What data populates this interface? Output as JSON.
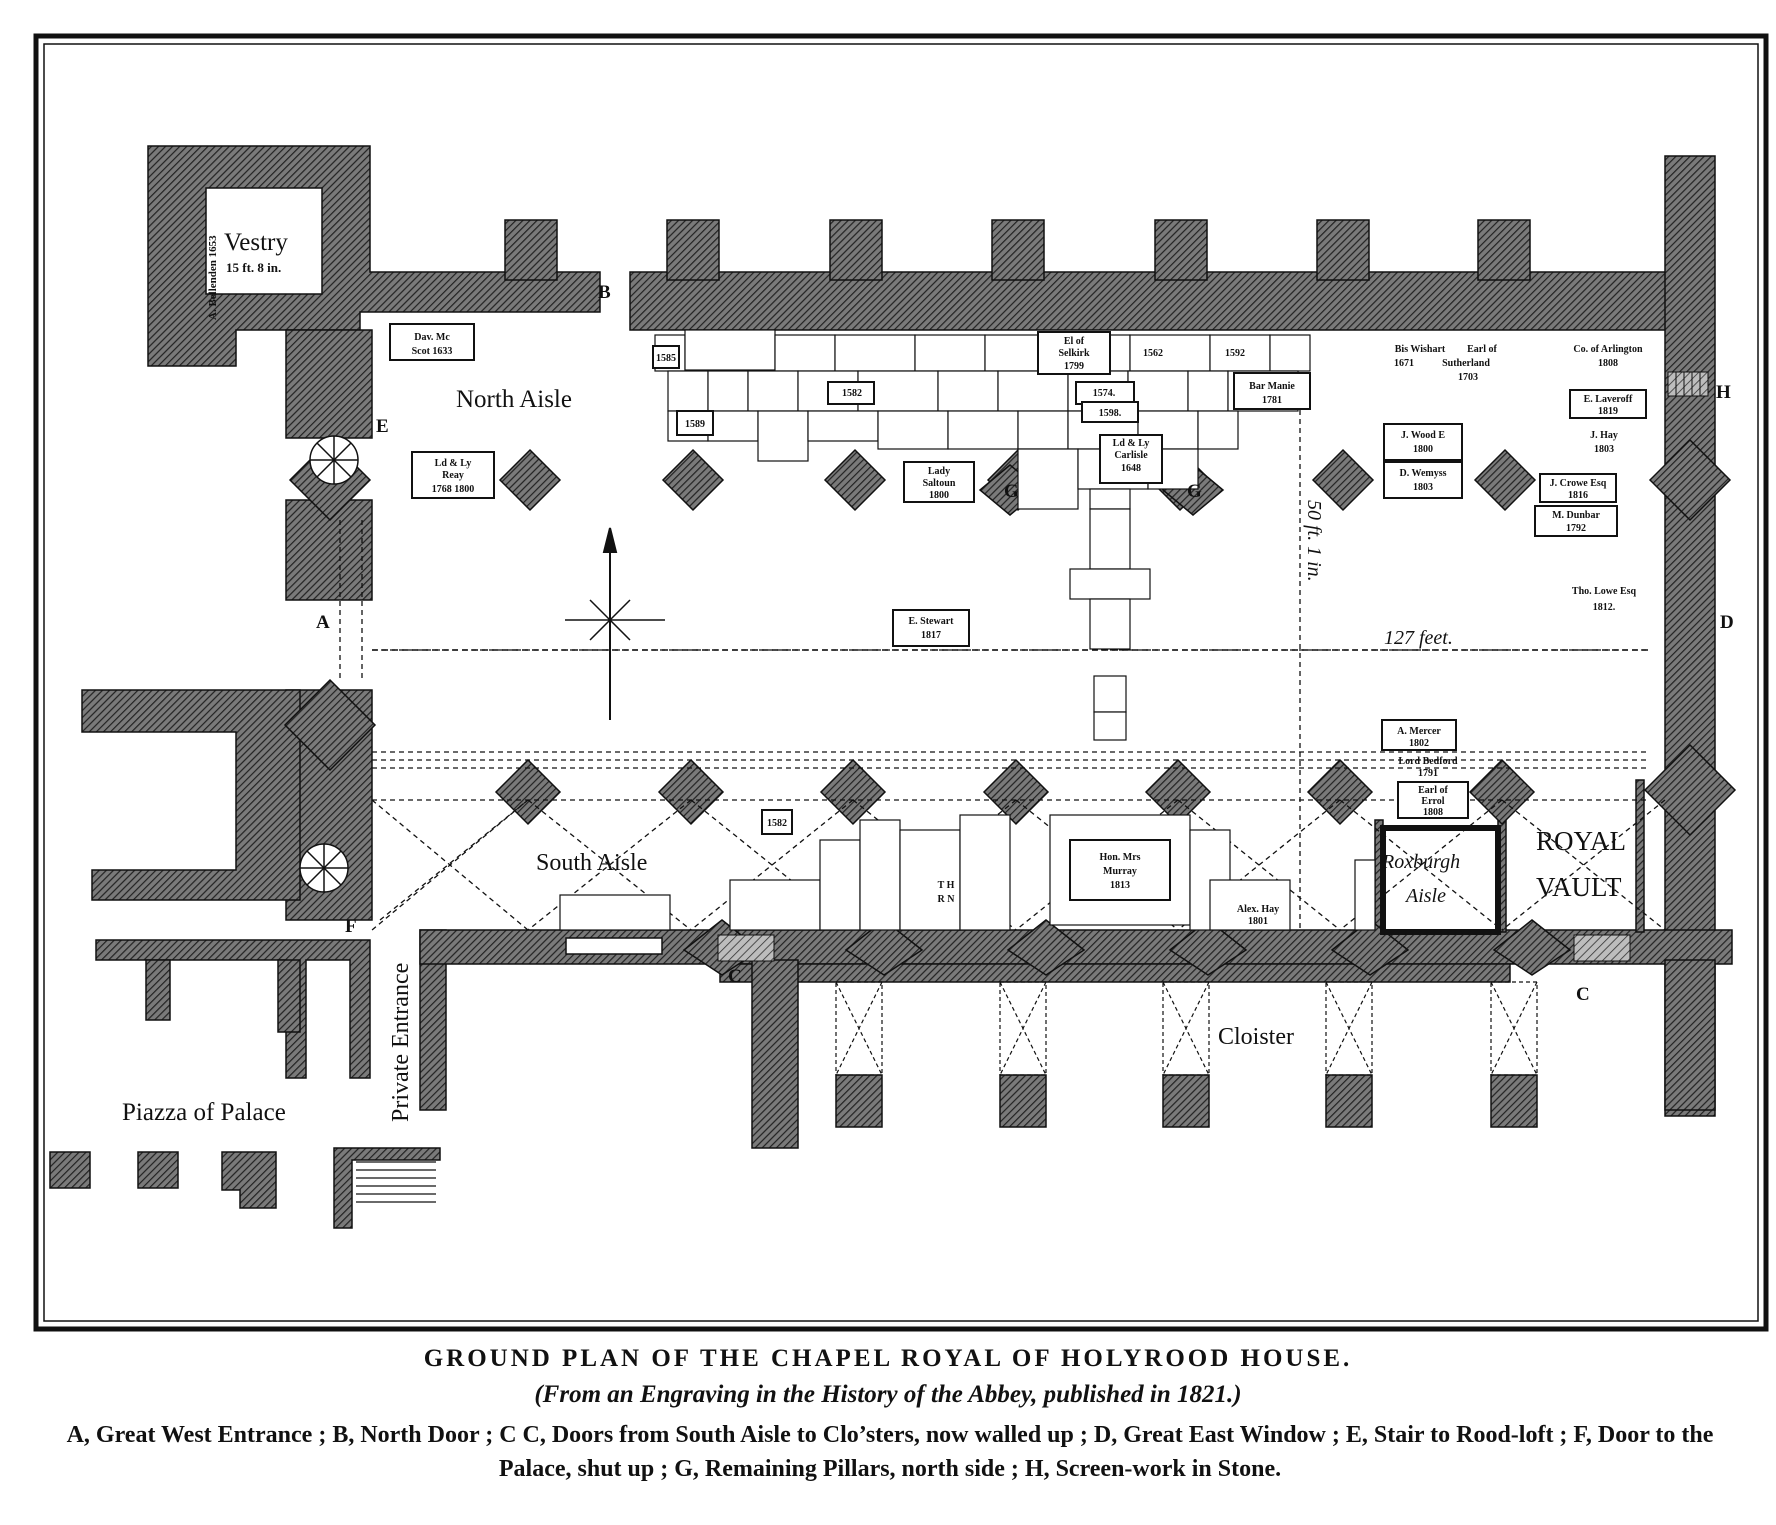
{
  "plan": {
    "labels": {
      "vestry": "Vestry",
      "vestry_dim": "15 ft. 8 in.",
      "bellenden": "A. Bellenden 1653",
      "north_aisle": "North Aisle",
      "south_aisle": "South Aisle",
      "cloister": "Cloister",
      "piazza": "Piazza of Palace",
      "private_entrance": "Private Entrance",
      "royal_vault_1": "ROYAL",
      "royal_vault_2": "VAULT",
      "roxburgh_1": "Roxburgh",
      "roxburgh_2": "Aisle",
      "length": "127 feet.",
      "width": "50 ft. 1 in."
    },
    "letters": {
      "a": "A",
      "b": "B",
      "c1": "C",
      "c2": "C",
      "d": "D",
      "e": "E",
      "f": "F",
      "g1": "G",
      "g2": "G",
      "h": "H"
    },
    "tablets": {
      "dav_scot": [
        "Dav. Mc",
        "Scot 1633"
      ],
      "reay": [
        "Ld & Ly",
        "Reay",
        "1768 1800"
      ],
      "stewart_1817": [
        "E. Stewart",
        "1817"
      ],
      "selkirk": [
        "El of",
        "Selkirk",
        "1799"
      ],
      "balmanie": [
        "Bar Manie",
        "1781"
      ],
      "carlisle": [
        "Ld & Ly",
        "Carlisle",
        "1648"
      ],
      "lady_saltoun": [
        "Lady",
        "Saltoun",
        "1800"
      ],
      "wishart": [
        "Bis Wishart",
        "1671"
      ],
      "sutherland": [
        "Earl of",
        "Sutherland",
        "1703"
      ],
      "arlington": [
        "Co. of Arlington",
        "1808"
      ],
      "wood": [
        "J. Wood E",
        "1800"
      ],
      "wemyss": [
        "D. Wemyss",
        "1803"
      ],
      "en_laveroff": [
        "E. Laveroff",
        "1819"
      ],
      "hay": [
        "J. Hay",
        "1803"
      ],
      "crowe": [
        "J. Crowe Esq",
        "1816"
      ],
      "dunbar": [
        "M. Dunbar",
        "1792"
      ],
      "lowe": [
        "Tho. Lowe Esq",
        "1812."
      ],
      "mercer": [
        "A. Mercer",
        "1802"
      ],
      "bedford": [
        "Lord Bedford",
        "1791"
      ],
      "errol": [
        "Earl of",
        "Errol",
        "1808"
      ],
      "murray": [
        "Hon. Mrs",
        "Murray",
        "1813"
      ],
      "th_rn": [
        "T H",
        "R N"
      ],
      "alex_hay": [
        "Alex. Hay",
        "1801"
      ],
      "y1582": "1582",
      "y1585": "1585",
      "y1589": "1589",
      "y1574": "1574.",
      "y1598": "1598.",
      "y1592": "1592",
      "y1562": "1562",
      "y1582b": "1582"
    }
  },
  "caption": {
    "title": "GROUND PLAN OF THE CHAPEL ROYAL OF HOLYROOD HOUSE.",
    "subtitle": "(From an Engraving in the History of the Abbey, published in 1821.)",
    "legend": "A, Great West Entrance ; B, North Door ; C C, Doors from South Aisle to Clo’sters, now walled up ; D, Great East Window ; E, Stair to Rood-loft ; F, Door to the Palace, shut up ; G, Remaining Pillars, north side ; H, Screen-work in Stone."
  }
}
